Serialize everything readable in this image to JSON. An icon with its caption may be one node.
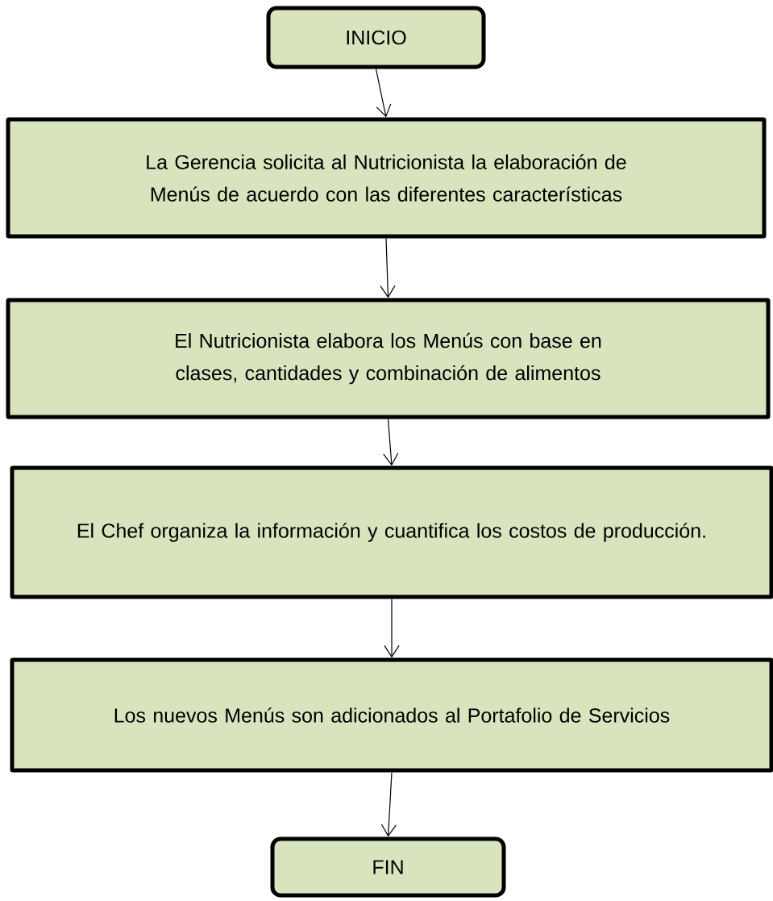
{
  "diagram": {
    "nodes": [
      {
        "text": [
          "INICIO"
        ]
      },
      {
        "text": [
          "La Gerencia solicita al Nutricionista la elaboración de Menús de acuerdo con las diferentes características"
        ]
      },
      {
        "text": [
          "El Nutricionista elabora los Menús con base en clases, cantidades y combinación de alimentos"
        ]
      },
      {
        "text": [
          "El Chef organiza la información y cuantifica los costos de producción."
        ]
      },
      {
        "text": [
          "Los nuevos Menús son adicionados al Portafolio de Servicios"
        ]
      },
      {
        "text": [
          "FIN"
        ]
      }
    ],
    "edges": [
      {
        "from": 0,
        "to": 1,
        "arrow": "to"
      },
      {
        "from": 1,
        "to": 2,
        "arrow": "to"
      },
      {
        "from": 2,
        "to": 3,
        "arrow": "to"
      },
      {
        "from": 3,
        "to": 4,
        "arrow": "to"
      },
      {
        "from": 4,
        "to": 5,
        "arrow": "to"
      }
    ]
  }
}
